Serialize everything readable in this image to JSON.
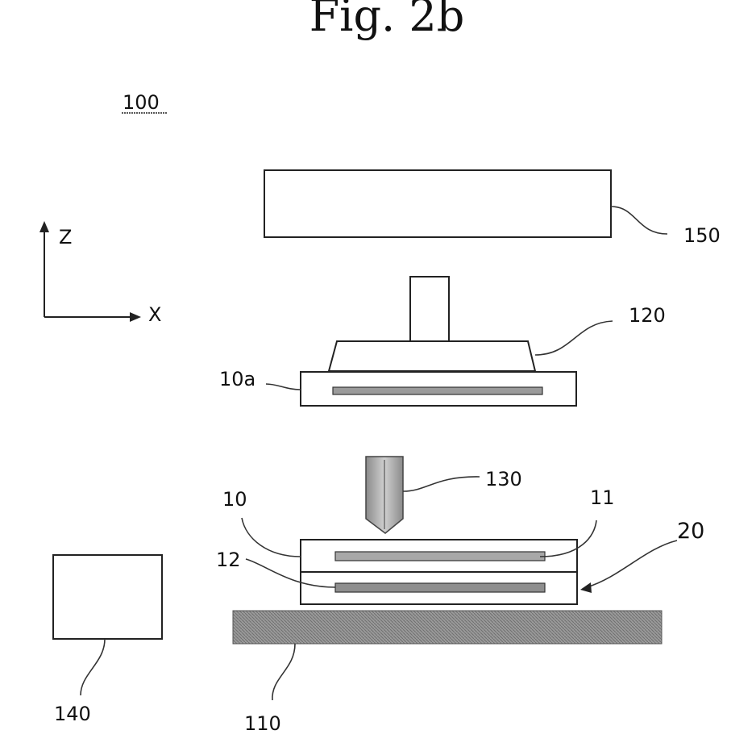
{
  "figure": {
    "title": "Fig. 2b",
    "system_label": "100",
    "axes": {
      "z": "Z",
      "x": "X"
    },
    "labels": {
      "display": "150",
      "head": "120",
      "top_layer": "10a",
      "tool": "130",
      "layer": "10",
      "electrode_top": "11",
      "stack": "20",
      "electrode_bottom": "12",
      "controller": "140",
      "stage": "110"
    }
  }
}
